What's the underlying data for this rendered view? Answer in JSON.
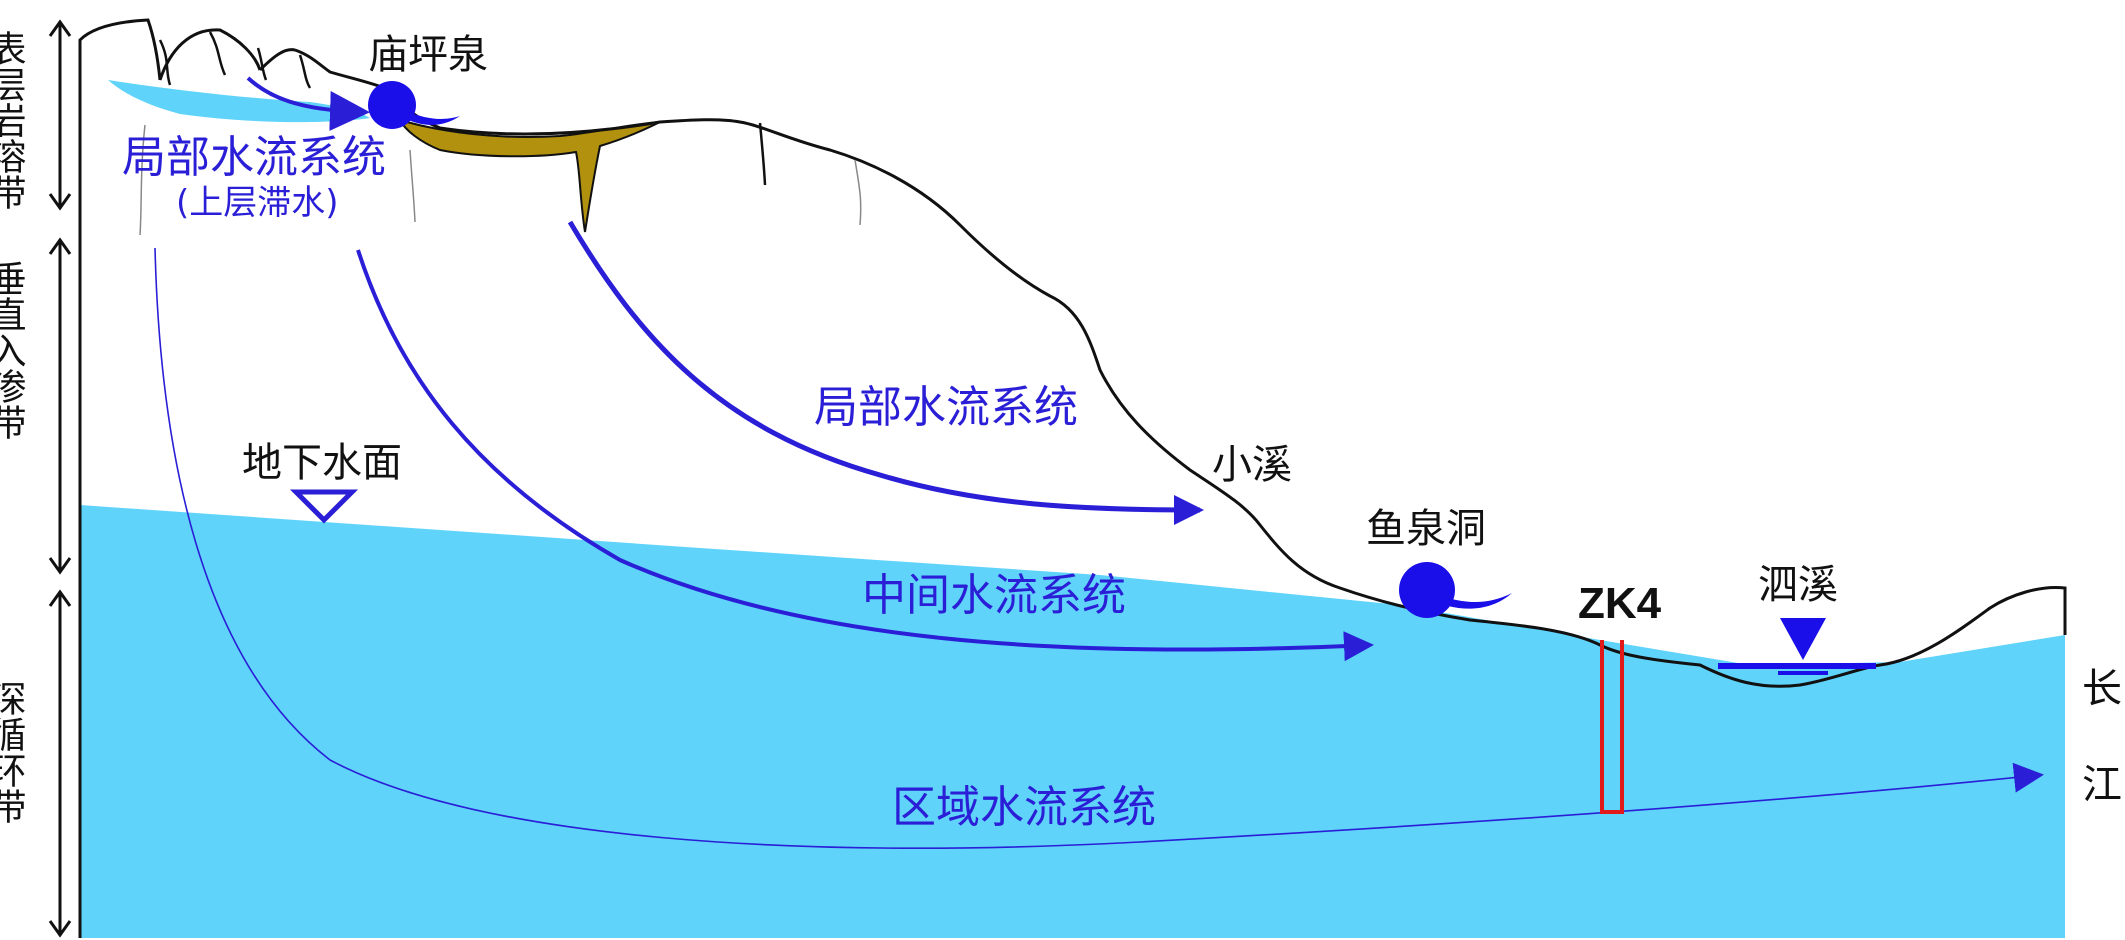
{
  "zones": [
    {
      "text": "表层岩溶带"
    },
    {
      "text": "垂直入渗带"
    },
    {
      "text": "深循环带"
    }
  ],
  "labels": {
    "spring_miaoping": "庙坪泉",
    "local_flow_perched": "局部水流系统",
    "perched_water": "(上层滞水)",
    "local_flow": "局部水流系统",
    "stream": "小溪",
    "water_table": "地下水面",
    "cave_yuquan": "鱼泉洞",
    "intermediate_flow": "中间水流系统",
    "borehole": "ZK4",
    "river_sixi": "泗溪",
    "regional_flow": "区域水流系统",
    "yangtze_1": "长",
    "yangtze_2": "江"
  },
  "colors": {
    "groundwater": "#5fd3fa",
    "flow_arrow": "#2a1fd6",
    "spring": "#1a0fe8",
    "clay": "#b1910e",
    "borehole": "#e11919",
    "outline": "#111111"
  }
}
